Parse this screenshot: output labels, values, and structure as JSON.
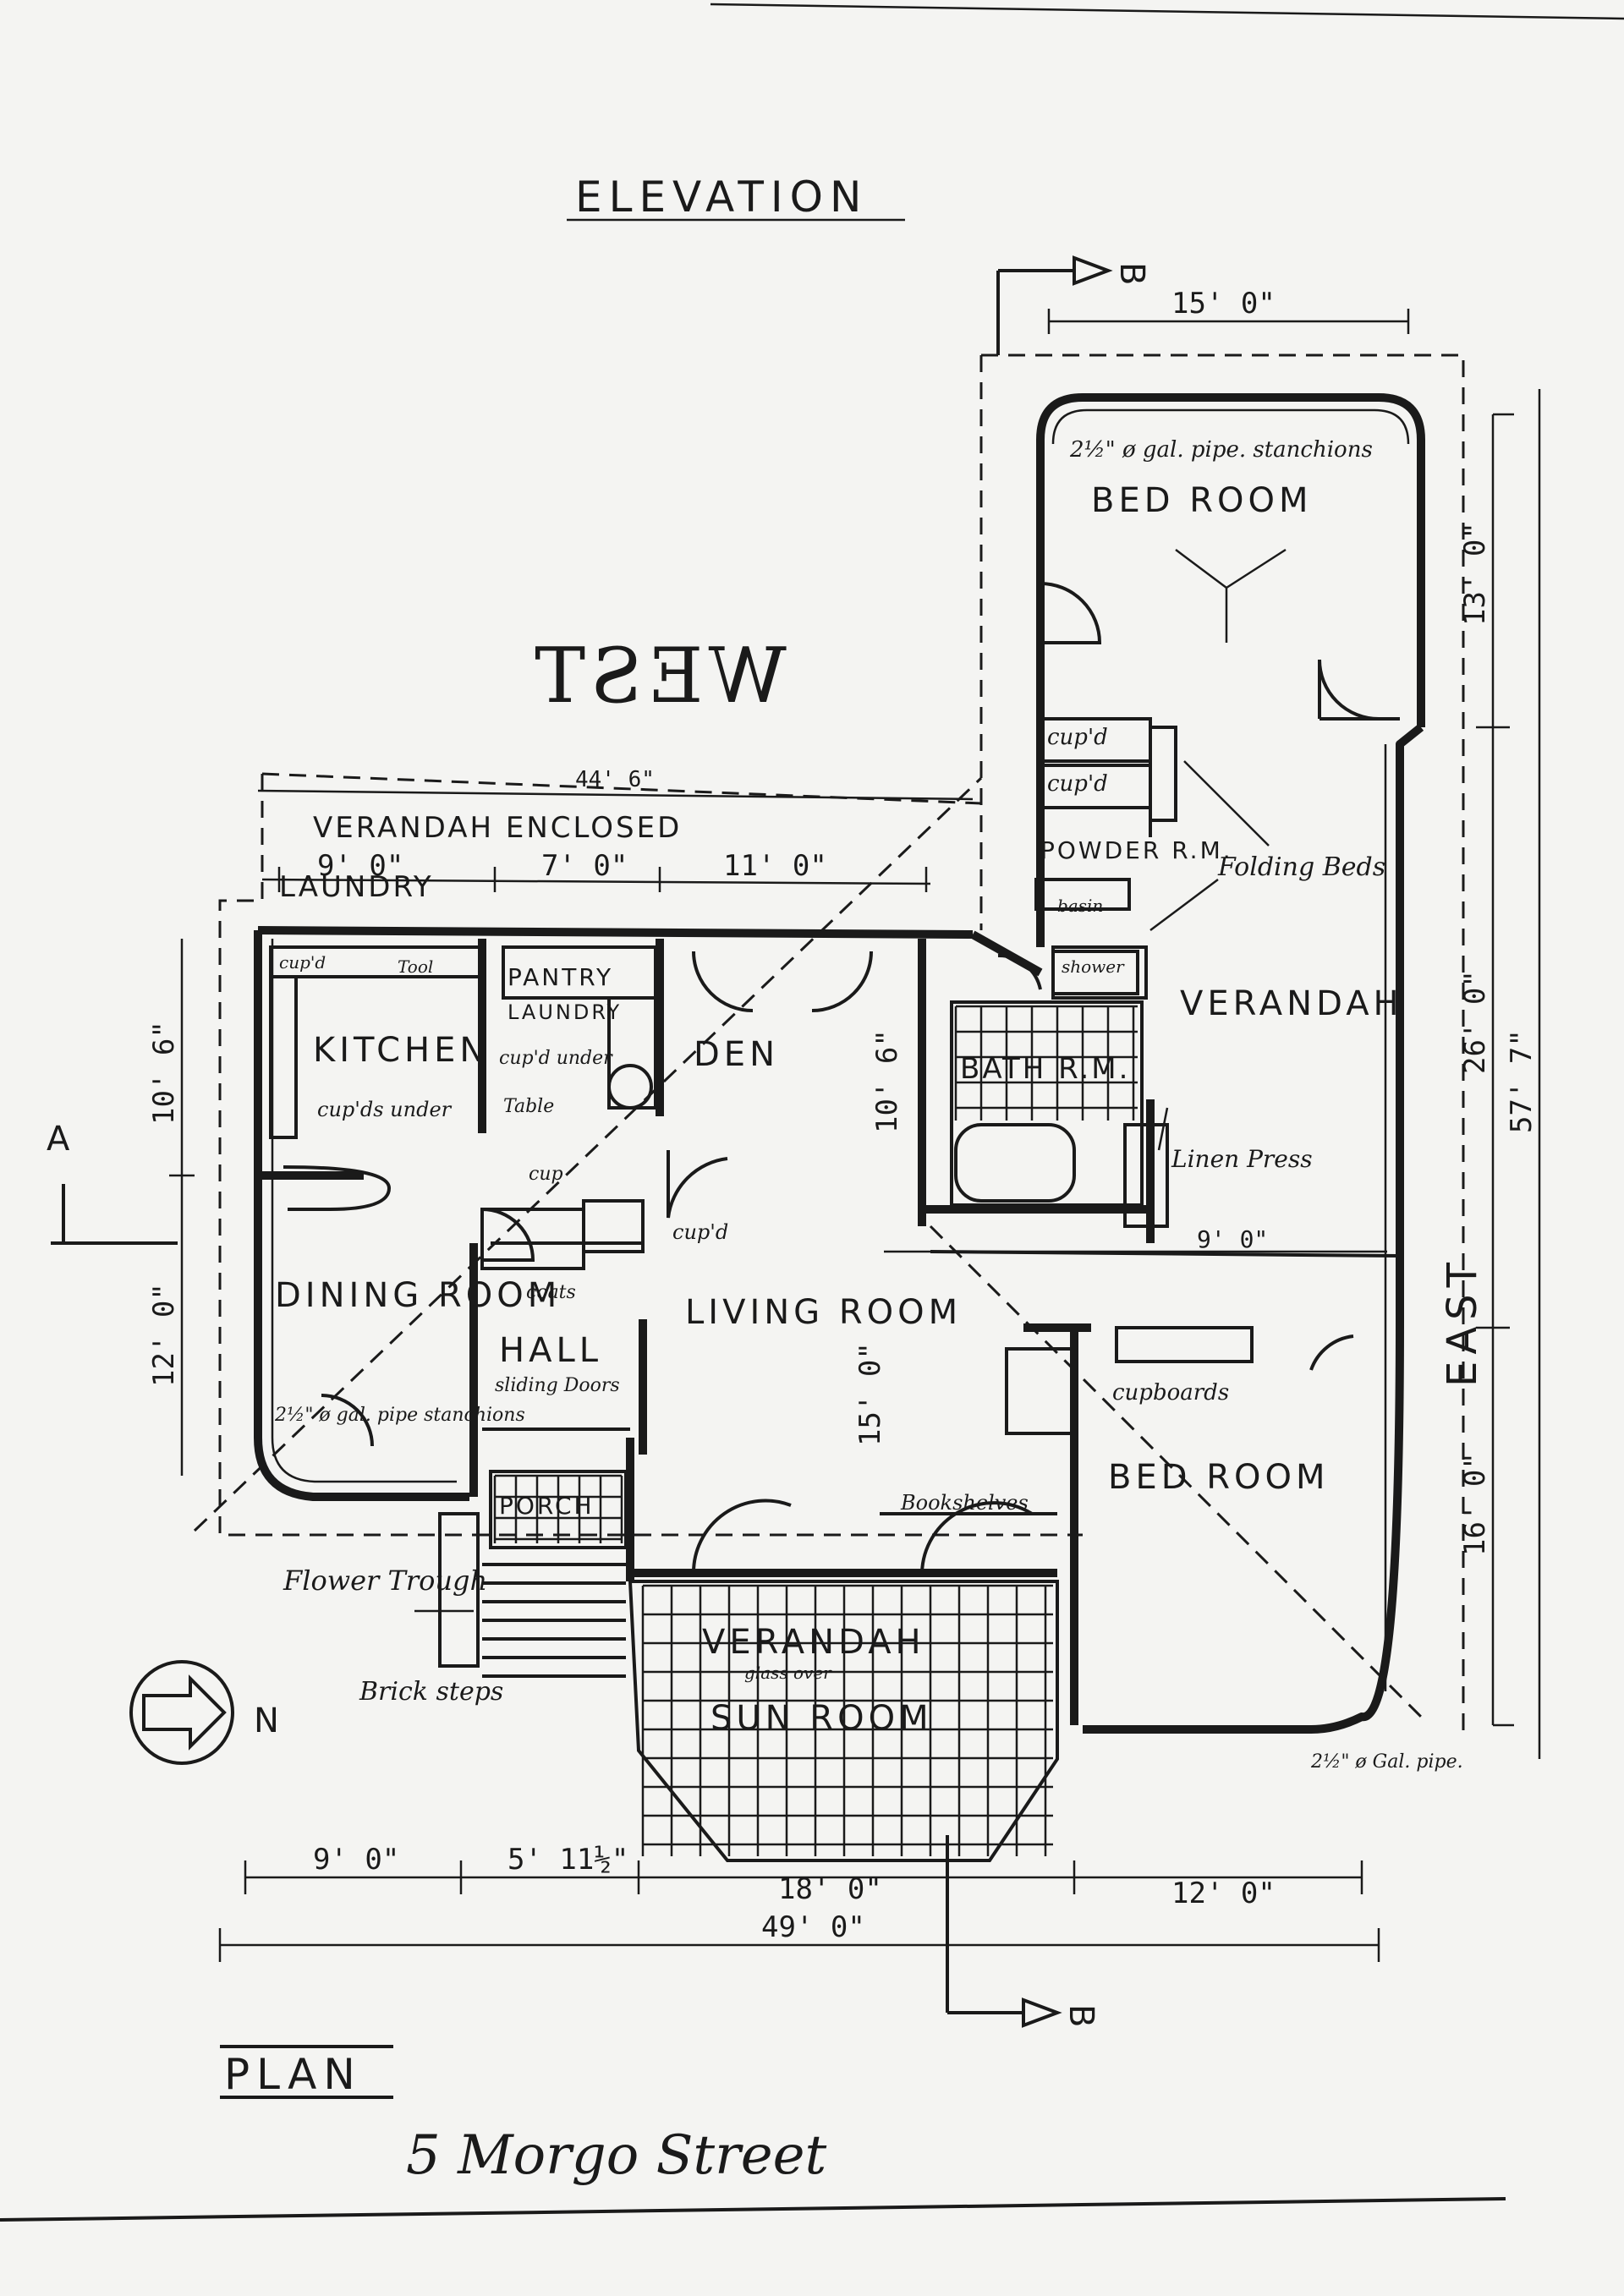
{
  "elevation_title": "ELEVATION",
  "section_marker_label": "B",
  "section_a_label": "A",
  "west_label": "WEST",
  "rooms": {
    "bedroom_top": "BED ROOM",
    "verandah_enclosed": "VERANDAH ENCLOSED",
    "laundry": "LAUNDRY",
    "pantry": "PANTRY",
    "laundry_small": "LAUNDRY",
    "kitchen": "KITCHEN",
    "den": "DEN",
    "bathroom": "BATH R.M.",
    "powder_room": "POWDER R.M.",
    "verandah_east": "VERANDAH",
    "dining_room": "DINING ROOM",
    "hall": "HALL",
    "living_room": "LIVING ROOM",
    "bedroom_bottom": "BED ROOM",
    "porch": "PORCH",
    "verandah_sunroom": "VERANDAH",
    "sun_room": "SUN ROOM"
  },
  "notes": {
    "stanchions_top": "2½\" ø gal. pipe. stanchions",
    "cupd_1": "cup'd",
    "cupd_2": "cup'd",
    "basin": "basin",
    "folding_beds": "Folding Beds",
    "cupd_kitchen": "cup'd",
    "tool": "Tool",
    "cupd_under": "cup'd under",
    "table": "Table",
    "cupds_under": "cup'ds under",
    "shower": "shower",
    "cup": "cup",
    "linen_press": "Linen Press",
    "cupd_living": "cup'd",
    "coats": "coats",
    "sliding_doors": "sliding Doors",
    "stanchions_dining": "2½\" ø gal. pipe stanchions",
    "cupboards": "cupboards",
    "bookshelves": "Bookshelves",
    "flower_trough": "Flower Trough",
    "brick_steps": "Brick steps",
    "sunroom_over": "glass over",
    "gal_pipe": "2½\" ø Gal. pipe."
  },
  "dimensions": {
    "d_15_0": "15' 0\"",
    "d_13_0": "13' 0\"",
    "d_26_0": "26' 0\"",
    "d_57_7": "57' 7\"",
    "d_16_0": "16' 0\"",
    "d_44_6": "44' 6\"",
    "d_9_0_laundry": "9' 0\"",
    "d_7_0": "7' 0\"",
    "d_11_0": "11' 0\"",
    "d_10_6_left": "10' 6\"",
    "d_10_6_den": "10' 6\"",
    "d_12_0_left": "12' 0\"",
    "d_9_0_bath": "9' 0\"",
    "d_15_0_living": "15' 0\"",
    "d_9_0_bottom": "9' 0\"",
    "d_5_11": "5' 11½\"",
    "d_18_0": "18' 0\"",
    "d_12_0_bottom": "12' 0\"",
    "d_49_0": "49' 0\""
  },
  "north_label": "N",
  "plan_title": "PLAN",
  "address": "5 Morgo Street",
  "east_label": "EAST",
  "ink_color": "#1a1a1a",
  "paper_color": "#f4f4f2"
}
